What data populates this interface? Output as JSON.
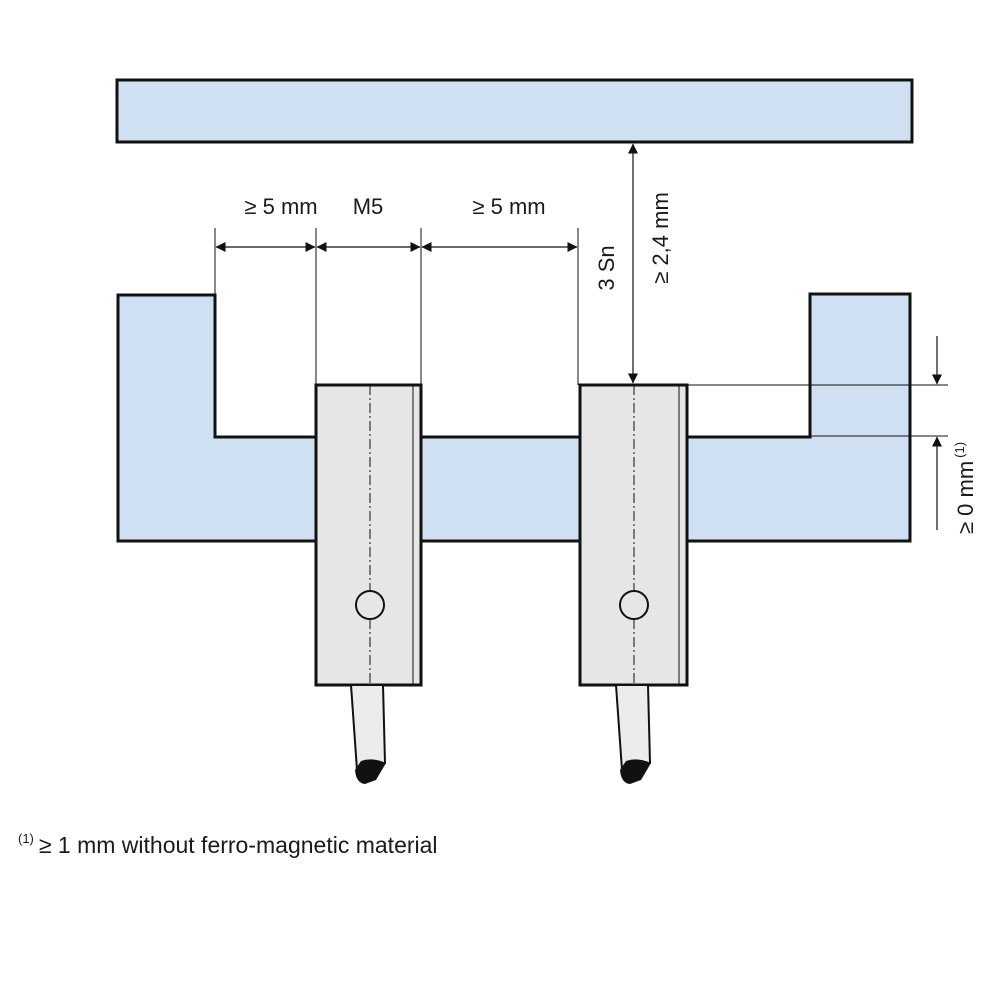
{
  "dimensions": {
    "left_gap": "≥ 5 mm",
    "thread": "M5",
    "right_gap": "≥ 5 mm",
    "target_distance_factor": "3 Sn",
    "target_distance": "≥ 2,4 mm",
    "flush_offset": "≥ 0 mm",
    "flush_offset_ref": "(1)"
  },
  "footnote": {
    "ref": "(1)",
    "text": "≥ 1 mm without ferro-magnetic material"
  },
  "colors": {
    "mounting_material": "#cfe0f2",
    "sensor_body": "#e6e6e6",
    "outline": "#111111"
  }
}
